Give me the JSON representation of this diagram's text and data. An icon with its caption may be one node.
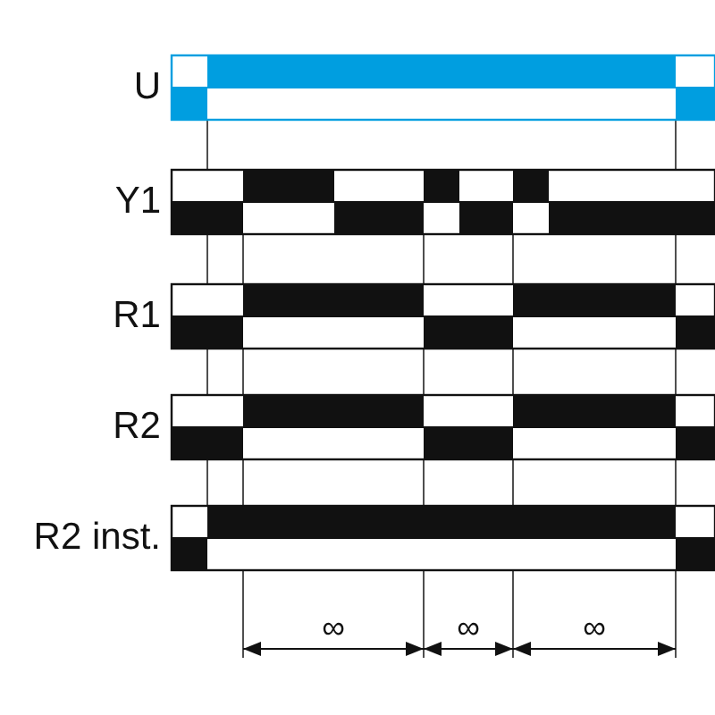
{
  "diagram": {
    "labels": [
      "U",
      "Y1",
      "R1",
      "R2",
      "R2 inst.",
      "∞",
      "∞",
      "∞"
    ]
  }
}
